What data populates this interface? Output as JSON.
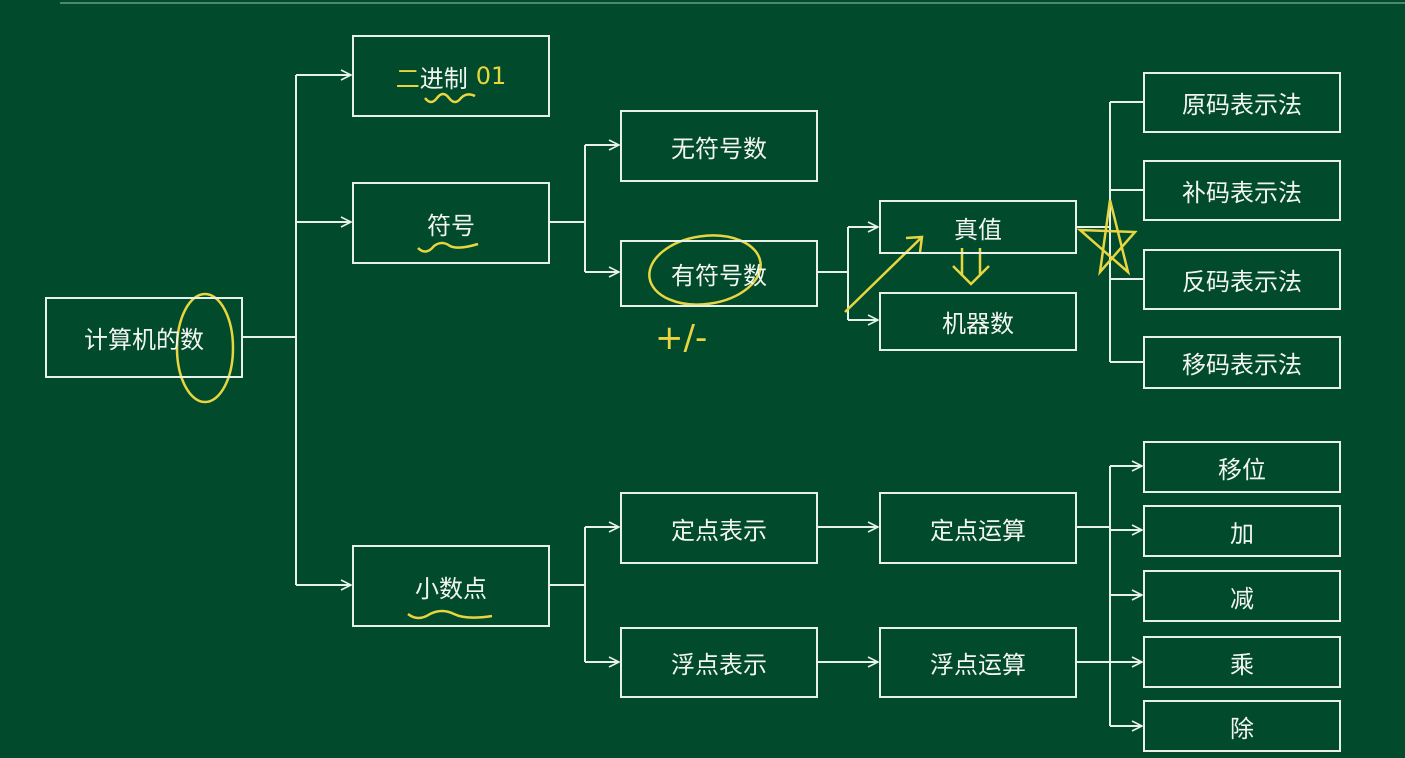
{
  "root": "计算机的数",
  "binary": {
    "prefix": "二",
    "label": "进制",
    "suffix": "01"
  },
  "sign": "符号",
  "decimal_point": "小数点",
  "unsigned": "无符号数",
  "signed": "有符号数",
  "signed_note": "+/-",
  "fixed": "定点表示",
  "float": "浮点表示",
  "true_value": "真值",
  "machine_number": "机器数",
  "fixed_op": "定点运算",
  "float_op": "浮点运算",
  "codes": [
    "原码表示法",
    "补码表示法",
    "反码表示法",
    "移码表示法"
  ],
  "operations": [
    "移位",
    "加",
    "减",
    "乘",
    "除"
  ],
  "colors": {
    "board": "#024a2c",
    "chalk": "#e8f0ea",
    "highlight": "#e8d640"
  }
}
